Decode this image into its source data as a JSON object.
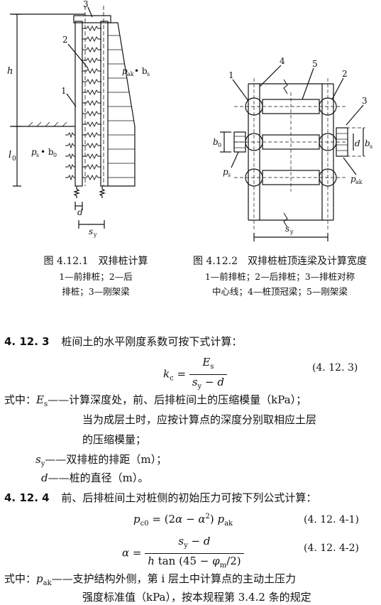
{
  "figure1": {
    "labels": {
      "n1": "1",
      "n2": "2",
      "n3": "3",
      "h": "h",
      "l0": "l",
      "l0_sub": "0",
      "pak_bs": "p",
      "ps_b0": "p",
      "d": "d",
      "sy": "s"
    },
    "caption_title": "图 4.12.1　双排桩计算",
    "caption_line1": "1—前排桩；2—后",
    "caption_line2": "排桩；3—刚架梁"
  },
  "figure2": {
    "labels": {
      "n1": "1",
      "n2": "2",
      "n3": "3",
      "n4": "4",
      "n5": "5",
      "b0": "b",
      "d": "d",
      "bs": "b",
      "ps": "p",
      "pak": "p",
      "sy": "s"
    },
    "caption_title": "图 4.12.2　双排桩桩顶连梁及计算宽度",
    "caption_line1": "1—前排桩；2—后排桩；3—排桩对称",
    "caption_line2": "中心线；4—桩顶冠梁；5—刚架梁"
  },
  "section_4_12_3": {
    "number": "4. 12. 3",
    "text": "桩间土的水平刚度系数可按下式计算：",
    "eq_no": "(4. 12. 3)",
    "where_label": "式中：",
    "es_desc1": "——计算深度处，前、后排桩间土的压缩模量（kPa）；",
    "es_desc2": "当为成层土时，应按计算点的深度分别取相应土层",
    "es_desc3": "的压缩模量；",
    "sy_desc": "——双排桩的排距（m）；",
    "d_desc": "——桩的直径（m）。"
  },
  "section_4_12_4": {
    "number": "4. 12. 4",
    "text": "前、后排桩间土对桩侧的初始压力可按下列公式计算：",
    "eq1_no": "(4. 12. 4-1)",
    "eq2_no": "(4. 12. 4-2)",
    "where_label": "式中：",
    "pak_desc1": "——支护结构外侧，第 i 层土中计算点的主动土压力",
    "pak_desc2": "强度标准值（kPa），按本规程第 3.4.2 条的规定"
  }
}
